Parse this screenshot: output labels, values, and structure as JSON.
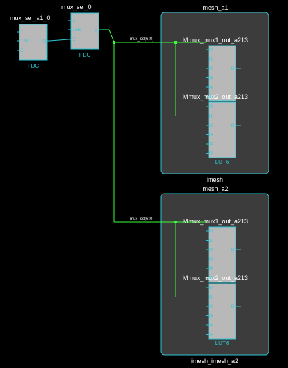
{
  "colors": {
    "background": "#000000",
    "group_fill": "#3c3c3c",
    "outline": "#2bc7d6",
    "cell_fill": "#b8b8b8",
    "net": "#39ff39",
    "text": "#ffffff"
  },
  "flops": [
    {
      "name": "mux_sel_a1_0",
      "type": "FDC",
      "pins_in": [
        "C",
        "CLR",
        "D"
      ],
      "pin_out": "Q"
    },
    {
      "name": "mux_sel_0",
      "type": "FDC",
      "pins_in": [
        "C",
        "CLR",
        "D"
      ],
      "pin_out": "Q"
    }
  ],
  "groups": [
    {
      "title": "imesh_a1",
      "footer": "imesh",
      "bus_label": "mux_sel[6:0]",
      "luts": [
        {
          "name": "Mmux_mux1_out_a213",
          "type": "LUT6",
          "pins_in": [
            "I0",
            "I1",
            "I2",
            "I3",
            "I4",
            "I5"
          ],
          "pin_out": "O"
        },
        {
          "name": "Mmux_mux2_out_a213",
          "type": "LUT6",
          "pins_in": [
            "I0",
            "I1",
            "I2",
            "I3",
            "I4",
            "I5"
          ],
          "pin_out": "O"
        }
      ]
    },
    {
      "title": "imesh_a2",
      "footer": "imesh_imesh_a2",
      "bus_label": "mux_sel[6:0]",
      "luts": [
        {
          "name": "Mmux_mux1_out_a213",
          "type": "LUT6",
          "pins_in": [
            "I0",
            "I1",
            "I2",
            "I3",
            "I4",
            "I5"
          ],
          "pin_out": "O"
        },
        {
          "name": "Mmux_mux2_out_a213",
          "type": "LUT6",
          "pins_in": [
            "I0",
            "I1",
            "I2",
            "I3",
            "I4",
            "I5"
          ],
          "pin_out": "O"
        }
      ]
    }
  ]
}
